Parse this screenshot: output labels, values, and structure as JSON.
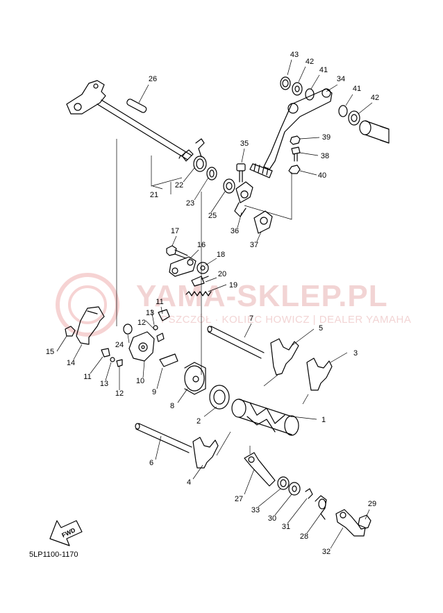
{
  "watermark": {
    "main": "YAMA-SKLEP.PL",
    "sub": "PSZCZÓŁ · KOLIEC HOWICZ | DEALER YAMAHA"
  },
  "diagram": {
    "code": "5LP1100-1170",
    "fwd_label": "FWD",
    "callouts": [
      "1",
      "2",
      "3",
      "4",
      "5",
      "6",
      "7",
      "8",
      "9",
      "10",
      "11",
      "11",
      "12",
      "12",
      "13",
      "13",
      "14",
      "15",
      "16",
      "17",
      "18",
      "19",
      "20",
      "21",
      "22",
      "23",
      "24",
      "25",
      "26",
      "27",
      "28",
      "29",
      "30",
      "31",
      "32",
      "33",
      "34",
      "35",
      "36",
      "37",
      "38",
      "39",
      "40",
      "41",
      "41",
      "42",
      "42",
      "43"
    ]
  },
  "colors": {
    "line": "#000000",
    "watermark": "#f2d4d4"
  }
}
